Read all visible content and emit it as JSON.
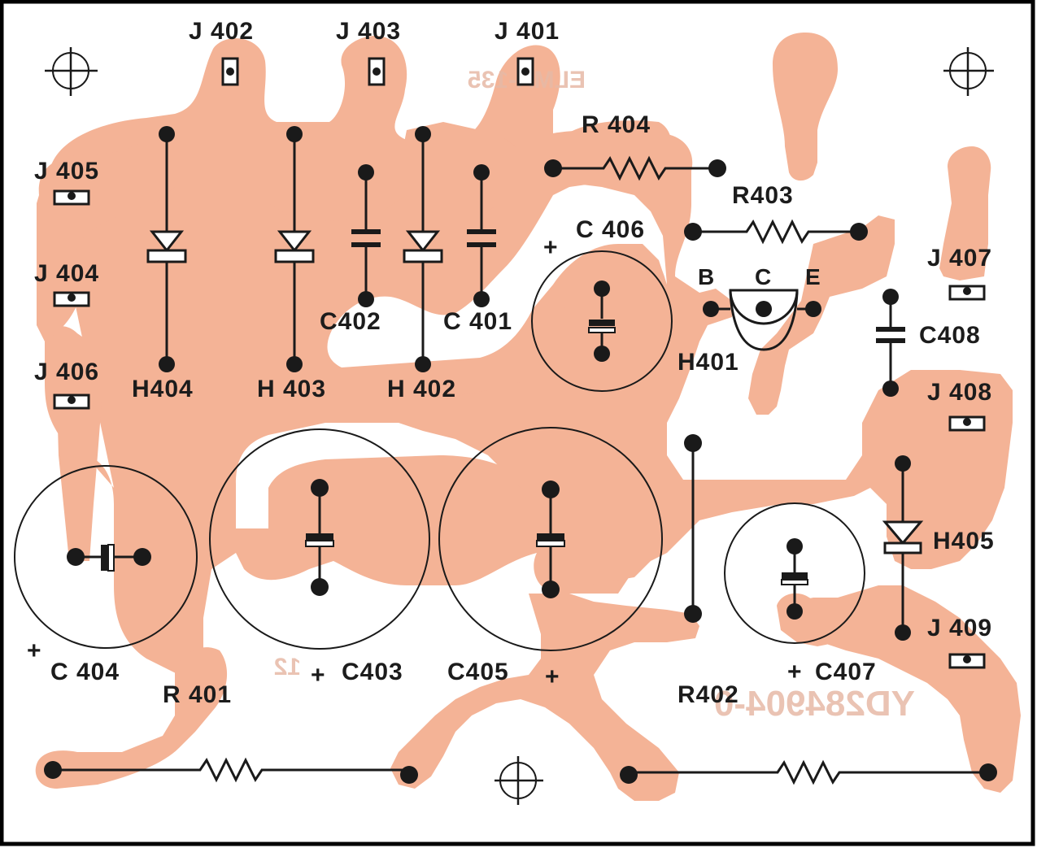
{
  "jacks": {
    "j401": "J 401",
    "j402": "J 402",
    "j403": "J 403",
    "j404": "J 404",
    "j405": "J 405",
    "j406": "J 406",
    "j407": "J 407",
    "j408": "J 408",
    "j409": "J 409"
  },
  "resistors": {
    "r401": "R 401",
    "r402": "R402",
    "r403": "R403",
    "r404": "R 404"
  },
  "capacitors": {
    "c401": "C 401",
    "c402": "C402",
    "c403": "C403",
    "c404": "C 404",
    "c405": "C405",
    "c406": "C 406",
    "c407": "C407",
    "c408": "C408"
  },
  "diodes": {
    "h402": "H 402",
    "h403": "H 403",
    "h404": "H404",
    "h405": "H405"
  },
  "transistor": {
    "name": "H401",
    "base": "B",
    "collector": "C",
    "emitter": "E"
  },
  "polarity": {
    "plus": "+"
  },
  "mirrored_text": {
    "board_code": "YD284904-0",
    "top": "ELMA-135",
    "bottom": "12"
  }
}
